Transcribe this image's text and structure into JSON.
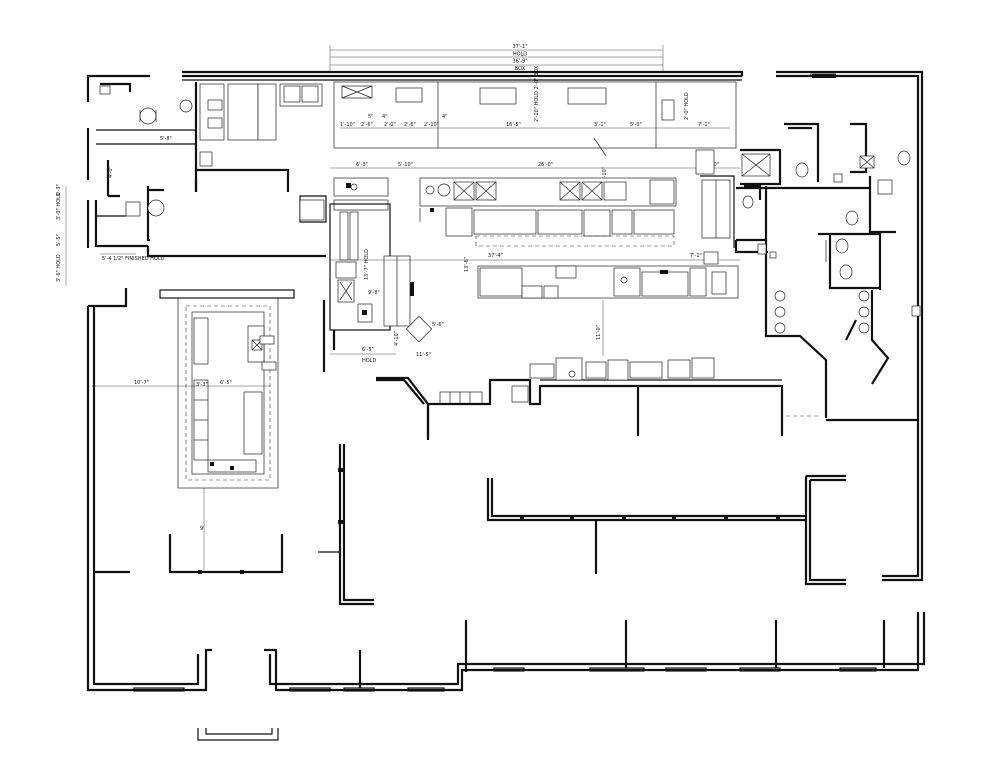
{
  "colors": {
    "ink": "#111111",
    "paper": "#ffffff"
  },
  "dimensions": {
    "top_overall": "37'-1\"",
    "top_hold": "HOLD",
    "top_hold_val": "36'-9\"",
    "top_box": "BOX",
    "seg1": "1'-10\"",
    "seg2": "2'-6\"",
    "seg3": "2'-0\"",
    "seg4": "2'-6\"",
    "seg5": "2'-10\"",
    "seg_4in_a": "4\"",
    "seg_4in_b": "4\"",
    "seg_5in": "5\"",
    "seg_mid": "16'-5\"",
    "seg_right1": "3'-1\"",
    "seg_right2": "5'-0\"",
    "seg_right3": "7'-1\"",
    "hold_vert": "2'-0\" HOLD",
    "small_stack": "2'-10\" HOLD 2'-0\" BOX",
    "left_58": "5'-8\"",
    "left_4": "4'-0\"",
    "left_63": "6'-3\"",
    "left_510": "5'-10\"",
    "kitchen_260": "26'-0\"",
    "kitchen_610": "6'-10\"",
    "kitchen_374": "37'-4\"",
    "kitchen_135": "13'-6\"",
    "kitchen_71": "7'-1\"",
    "kitchen_510b": "5'-10\"",
    "kitchen_98": "9'-8\"",
    "kitchen_137_hold": "13'-7\" HOLD",
    "kitchen_65": "6'-5\"",
    "kitchen_hold": "HOLD",
    "kitchen_56": "5'-6\"",
    "kitchen_410": "4'-10\"",
    "kitchen_11": "11'-0\"",
    "kitchen_118": "11'-5\"",
    "side_13": "1'-3\"",
    "side_30": "3'-0\" HOLD",
    "side_55": "5'-5\"",
    "side_36": "3'-6\" HOLD",
    "finished_hold": "5'-4 1/2\" FINISHED HOLD",
    "island_107": "10'-7\"",
    "island_65": "6'-5\"",
    "island_9": "9'",
    "island_33": "3'-3\""
  }
}
